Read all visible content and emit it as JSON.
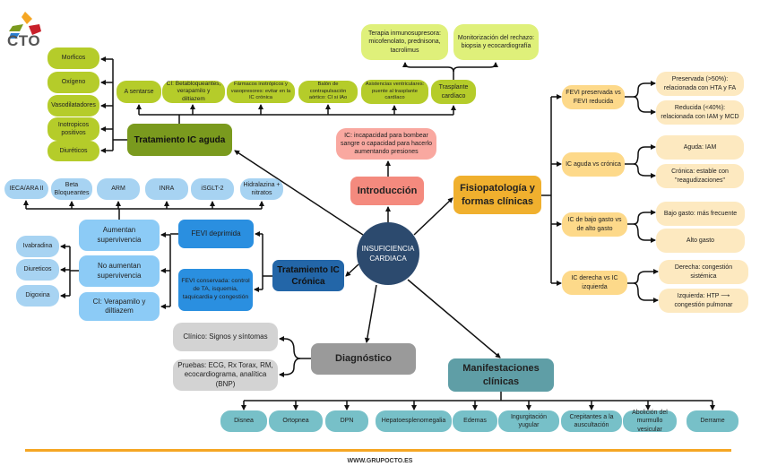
{
  "logo": {
    "text": "CTO",
    "colors": [
      "#f5a623",
      "#7a9a1e",
      "#2a7fd0",
      "#c8202a"
    ]
  },
  "center": {
    "label": "INSUFICIENCIA CARDIACA",
    "color": "#2c4a6e"
  },
  "aguda": {
    "title": "Tratamiento IC aguda",
    "left": [
      "Morficos",
      "Oxígeno",
      "Vasodilatadores",
      "Inotropicos positivos",
      "Diuréticos"
    ],
    "top": [
      "A sentarse",
      "CI: Betabloqueantes, verapamilo y diltiazem",
      "Fármacos inotrópicos y vasopresores: evitar en la IC crónica",
      "Balón de contrapulsación aórtico: CI si IAo",
      "Asistencias ventriculares: puente al trasplante cardíaco",
      "Trasplante cardíaco"
    ],
    "trasplante": [
      "Terapia inmunosupresora: micofenolato, prednisona, tacrolimus",
      "Monitorización del rechazo: biopsia y ecocardiografía"
    ]
  },
  "intro": {
    "title": "Introducción",
    "definition": "IC: incapacidad para bombear sangre o capacidad para hacerlo aumentando presiones"
  },
  "fisio": {
    "title": "Fisiopatología y formas clínicas",
    "groups": [
      {
        "label": "FEVI preservada vs FEVI reducida",
        "items": [
          "Preservada (>50%): relacionada con HTA y FA",
          "Reducida (<40%): relacionada con IAM y MCD"
        ]
      },
      {
        "label": "IC aguda vs crónica",
        "items": [
          "Aguda: IAM",
          "Crónica: estable con \"reagudizaciones\""
        ]
      },
      {
        "label": "IC de bajo gasto vs de alto gasto",
        "items": [
          "Bajo gasto: más frecuente",
          "Alto gasto"
        ]
      },
      {
        "label": "IC derecha vs IC izquierda",
        "items": [
          "Derecha: congestión sistémica",
          "Izquierda: HTP ⟶ congestión pulmonar"
        ]
      }
    ]
  },
  "cronica": {
    "title": "Tratamiento IC Crónica",
    "deprimida": "FEVI deprimida",
    "conservada": "FEVI conservada: control de TA, isquemia, taquicardia y congestión",
    "aumentan": "Aumentan supervivencia",
    "no_aumentan": "No aumentan supervivencia",
    "ci": "CI: Verapamilo y diltiazem",
    "aumentan_items": [
      "IECA/ARA II",
      "Beta Bloqueantes",
      "ARM",
      "INRA",
      "iSGLT-2",
      "Hidralazina + nitratos"
    ],
    "no_aumentan_items": [
      "Ivabradina",
      "Diureticos",
      "Digoxina"
    ]
  },
  "diagnostico": {
    "title": "Diagnóstico",
    "items": [
      "Clínico: Signos y síntomas",
      "Pruebas: ECG, Rx Torax, RM, ecocardiograma, analítica (BNP)"
    ]
  },
  "manifestaciones": {
    "title": "Manifestaciones clínicas",
    "items": [
      "Disnea",
      "Ortopnea",
      "DPN",
      "Hepatoesplenomegalia",
      "Edemas",
      "Ingurgitación yugular",
      "Crepitantes a la auscultación",
      "Abolición del murmullo vesicular",
      "Derrame"
    ]
  },
  "footer": {
    "url": "WWW.GRUPOCTO.ES",
    "accent": "#f5a623"
  }
}
